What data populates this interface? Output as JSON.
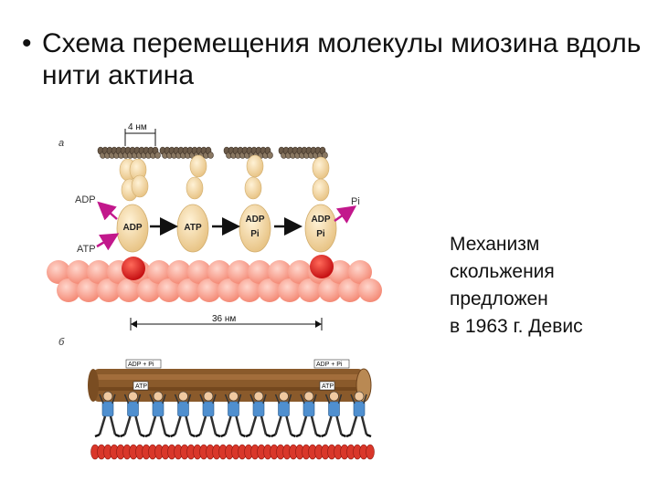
{
  "slide": {
    "bullet": "•",
    "title": "Схема перемещения молекулы миозина вдоль нити актина",
    "caption_lines": [
      "Механизм",
      "скольжения",
      "предложен",
      "в 1963 г. Девис"
    ]
  },
  "diagram_a": {
    "panel_label": "а",
    "scale_top": "4 нм",
    "scale_bottom": "36 нм",
    "left_labels": {
      "adp": "ADP",
      "atp": "ATP"
    },
    "right_label": "Pi",
    "heads": [
      {
        "line1": "ADP",
        "line2": ""
      },
      {
        "line1": "ATP",
        "line2": ""
      },
      {
        "line1": "ADP",
        "line2": "Pi"
      },
      {
        "line1": "ADP",
        "line2": "Pi"
      }
    ]
  },
  "diagram_b": {
    "panel_label": "б",
    "left_tag": "ADP + Pi",
    "right_tag": "ADP + Pi",
    "atp_tag": "ATP",
    "atp_tag_right": "ATP"
  },
  "colors": {
    "head": "#f3d9a4",
    "actin": "#fba08e",
    "actin_bound": "#e21e1e",
    "arrow_magenta": "#c2188c",
    "log": "#8a5a2b",
    "walker_shirt": "#4f8fcf"
  }
}
